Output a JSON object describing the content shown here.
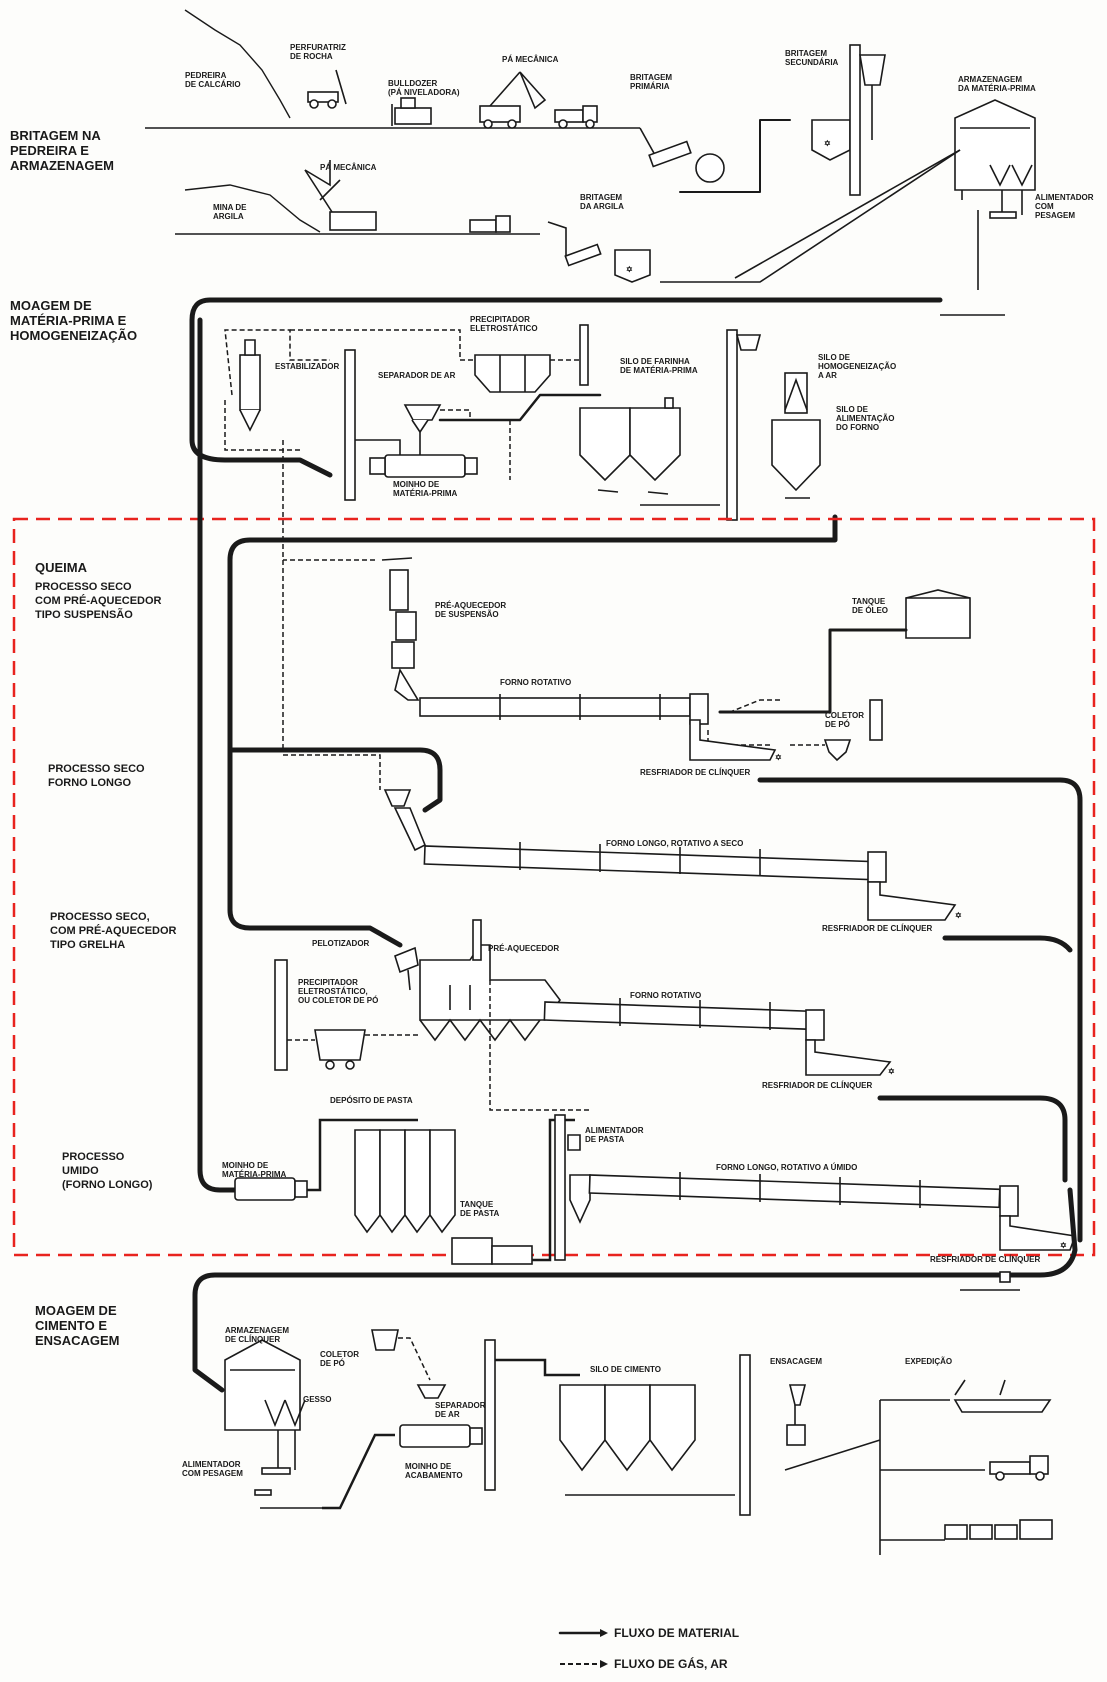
{
  "sections": {
    "quarry": "BRITAGEM NA\nPEDREIRA E\nARMAZENAGEM",
    "raw_grinding": "MOAGEM DE\nMATÉRIA-PRIMA E\nHOMOGENEIZAÇÃO",
    "burning": "QUEIMA",
    "burning_sub": "PROCESSO SECO\nCOM PRÉ-AQUECEDOR\nTIPO SUSPENSÃO",
    "long_kiln": "PROCESSO SECO\nFORNO LONGO",
    "grate": "PROCESSO SECO,\nCOM PRÉ-AQUECEDOR\nTIPO GRELHA",
    "wet": "PROCESSO\nUMIDO\n(FORNO LONGO)",
    "cement_grinding": "MOAGEM DE\nCIMENTO E\nENSACAGEM"
  },
  "labels": {
    "perfuratriz": "PERFURATRIZ\nDE ROCHA",
    "pedreira": "PEDREIRA\nDE CALCÁRIO",
    "bulldozer": "BULLDOZER\n(PÁ NIVELADORA)",
    "pa_mecanica_1": "PÁ MECÂNICA",
    "britagem_primaria": "BRITAGEM\nPRIMÁRIA",
    "britagem_secundaria": "BRITAGEM\nSECUNDÁRIA",
    "armazenagem_mp": "ARMAZENAGEM\nDA MATÉRIA-PRIMA",
    "pa_mecanica_2": "PÁ MECÂNICA",
    "mina_argila": "MINA DE\nARGILA",
    "britagem_argila": "BRITAGEM\nDA ARGILA",
    "alimentador_pesagem_1": "ALIMENTADOR\nCOM\nPESAGEM",
    "precipitador": "PRECIPITADOR\nELETROSTÁTICO",
    "estabilizador": "ESTABILIZADOR",
    "separador_ar_1": "SEPARADOR DE AR",
    "silo_farinha": "SILO DE FARINHA\nDE MATÉRIA-PRIMA",
    "silo_homog": "SILO DE\nHOMOGENEIZAÇÃO\nA AR",
    "silo_alim_forno": "SILO DE\nALIMENTAÇÃO\nDO FORNO",
    "moinho_mp_1": "MOINHO DE\nMATÉRIA-PRIMA",
    "pre_aquecedor_susp": "PRÉ-AQUECEDOR\nDE SUSPENSÃO",
    "tanque_oleo": "TANQUE\nDE ÓLEO",
    "forno_rotativo_1": "FORNO ROTATIVO",
    "coletor_po_1": "COLETOR\nDE PÓ",
    "resfriador_1": "RESFRIADOR DE CLÍNQUER",
    "forno_longo_seco": "FORNO LONGO, ROTATIVO A SECO",
    "resfriador_2": "RESFRIADOR DE CLÍNQUER",
    "pelotizador": "PELOTIZADOR",
    "pre_aquecedor": "PRÉ-AQUECEDOR",
    "precipitador_2": "PRECIPITADOR\nELETROSTÁTICO,\nOU COLETOR DE PÓ",
    "forno_rotativo_2": "FORNO ROTATIVO",
    "resfriador_3": "RESFRIADOR DE CLÍNQUER",
    "deposito_pasta": "DEPÓSITO DE PASTA",
    "alimentador_pasta": "ALIMENTADOR\nDE PASTA",
    "moinho_mp_2": "MOINHO DE\nMATÉRIA-PRIMA",
    "forno_longo_umido": "FORNO LONGO, ROTATIVO A ÚMIDO",
    "tanque_pasta": "TANQUE\nDE PASTA",
    "resfriador_4": "RESFRIADOR DE CLÍNQUER",
    "armazenagem_clinquer": "ARMAZENAGEM\nDE CLÍNQUER",
    "coletor_po_2": "COLETOR\nDE PÓ",
    "gesso": "GESSO",
    "separador_ar_2": "SEPARADOR\nDE AR",
    "silo_cimento": "SILO DE CIMENTO",
    "ensacagem": "ENSACAGEM",
    "expedicao": "EXPEDIÇÃO",
    "alimentador_pesagem_2": "ALIMENTADOR\nCOM PESAGEM",
    "moinho_acabamento": "MOINHO DE\nACABAMENTO"
  },
  "legend": {
    "material": "FLUXO DE MATERIAL",
    "gas": "FLUXO DE GÁS, AR"
  },
  "colors": {
    "ink": "#1a1a1a",
    "paper": "#fdfdfb",
    "highlight": "#e8231e"
  }
}
